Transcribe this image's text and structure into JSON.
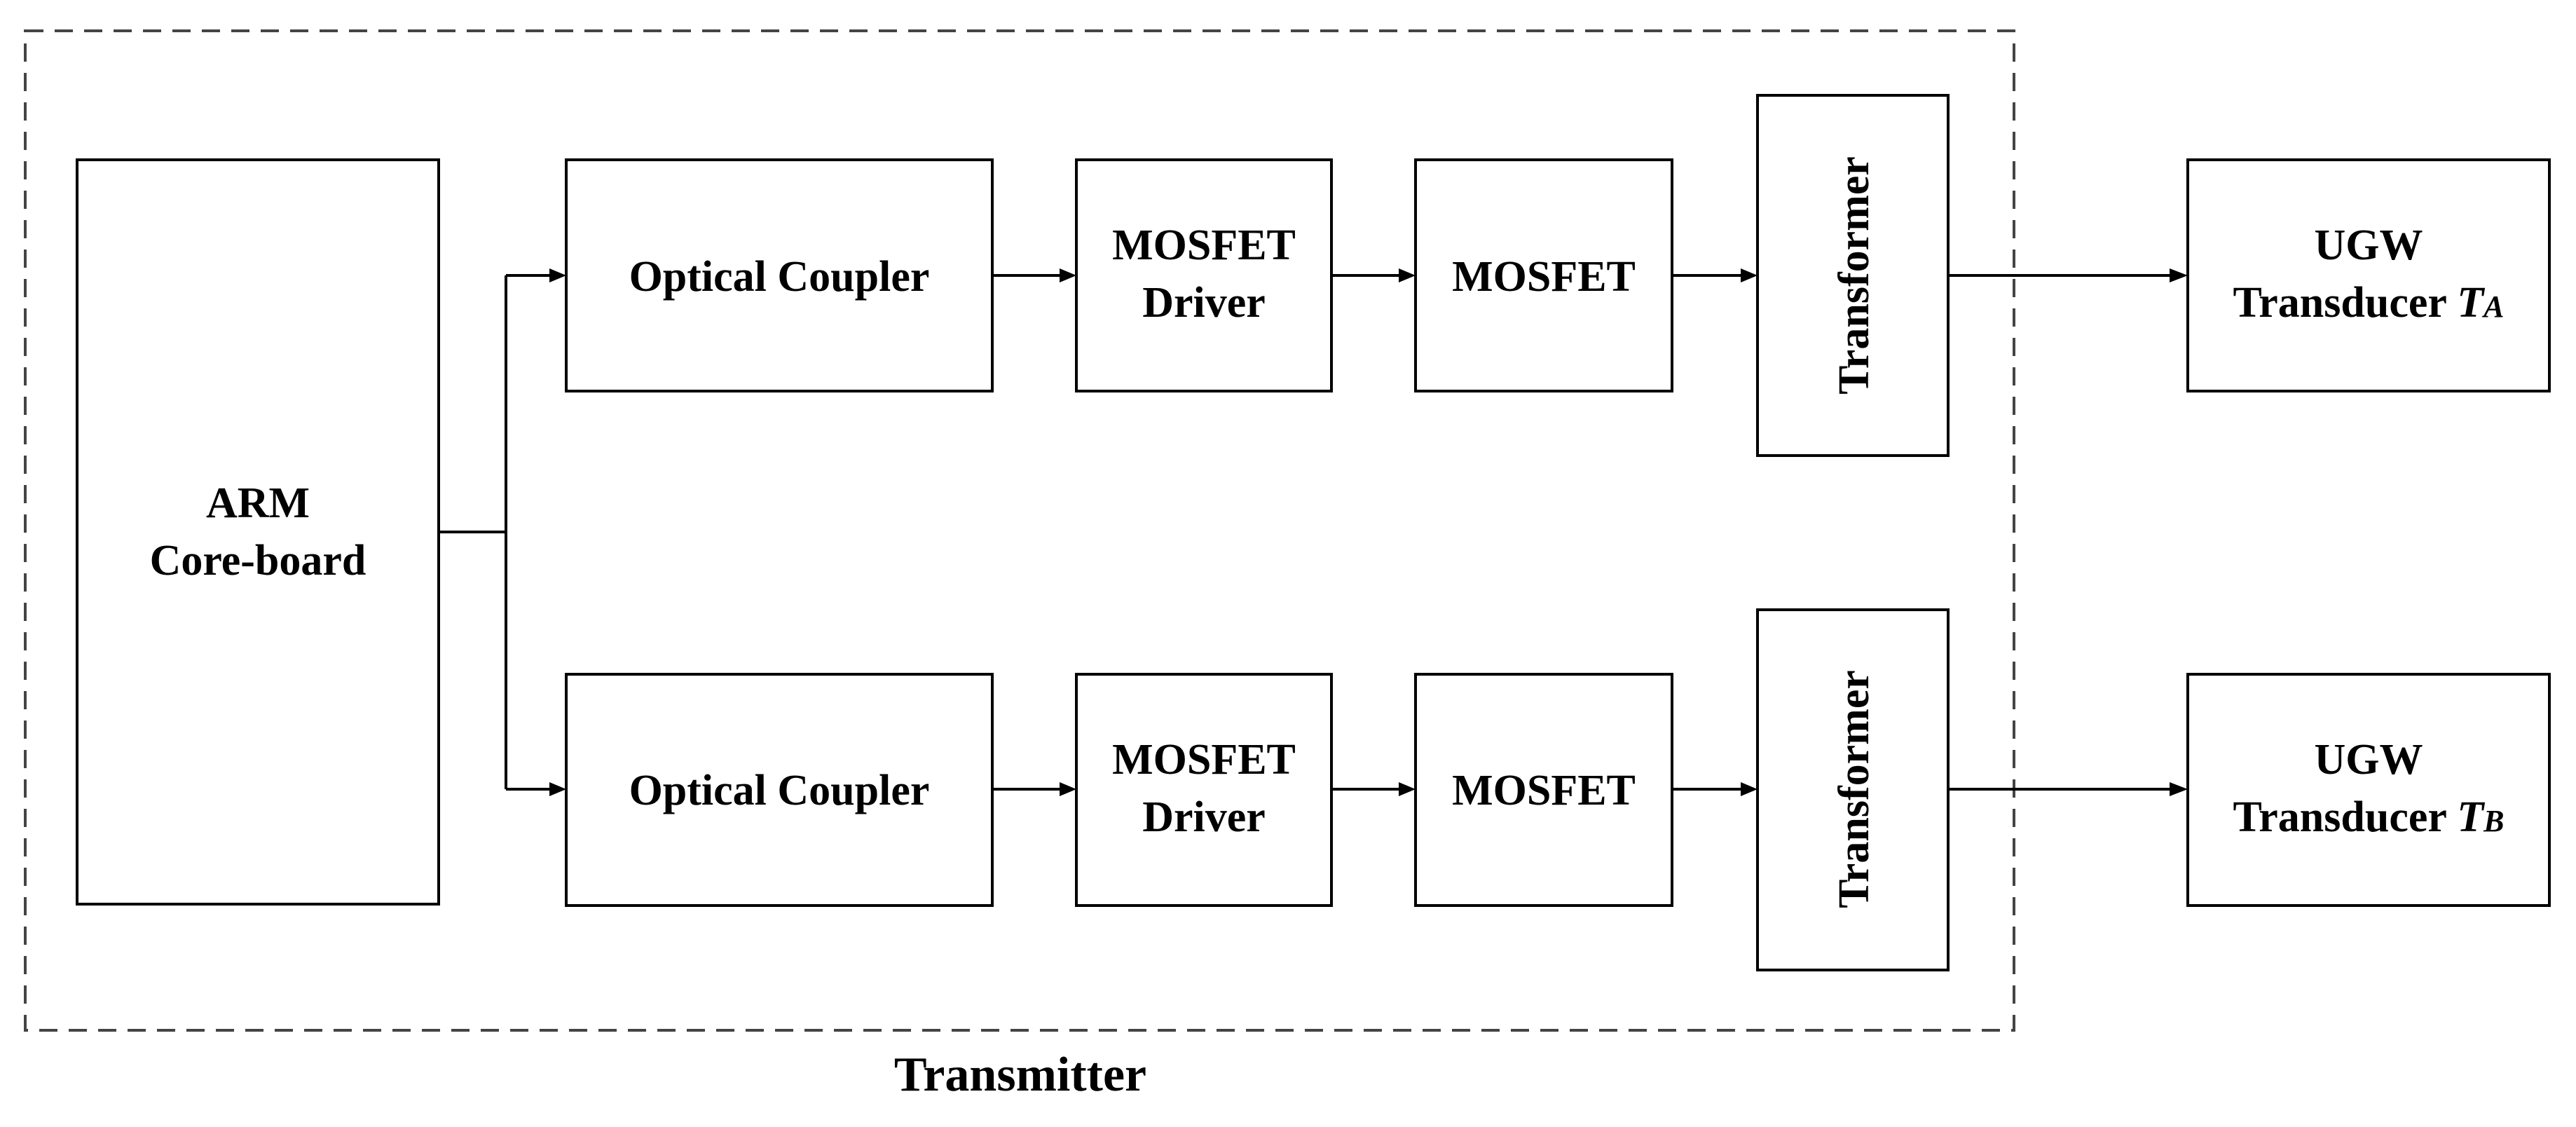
{
  "transmitter": {
    "label": "Transmitter"
  },
  "arm": {
    "line1": "ARM",
    "line2": "Core-board"
  },
  "channel_a": {
    "optical_coupler": "Optical Coupler",
    "driver_line1": "MOSFET",
    "driver_line2": "Driver",
    "mosfet": "MOSFET",
    "transformer": "Transformer",
    "transducer_line1": "UGW",
    "transducer_line2": "Transducer",
    "transducer_symbol": "T",
    "transducer_subscript": "A"
  },
  "channel_b": {
    "optical_coupler": "Optical Coupler",
    "driver_line1": "MOSFET",
    "driver_line2": "Driver",
    "mosfet": "MOSFET",
    "transformer": "Transformer",
    "transducer_line1": "UGW",
    "transducer_line2": "Transducer",
    "transducer_symbol": "T",
    "transducer_subscript": "B"
  }
}
